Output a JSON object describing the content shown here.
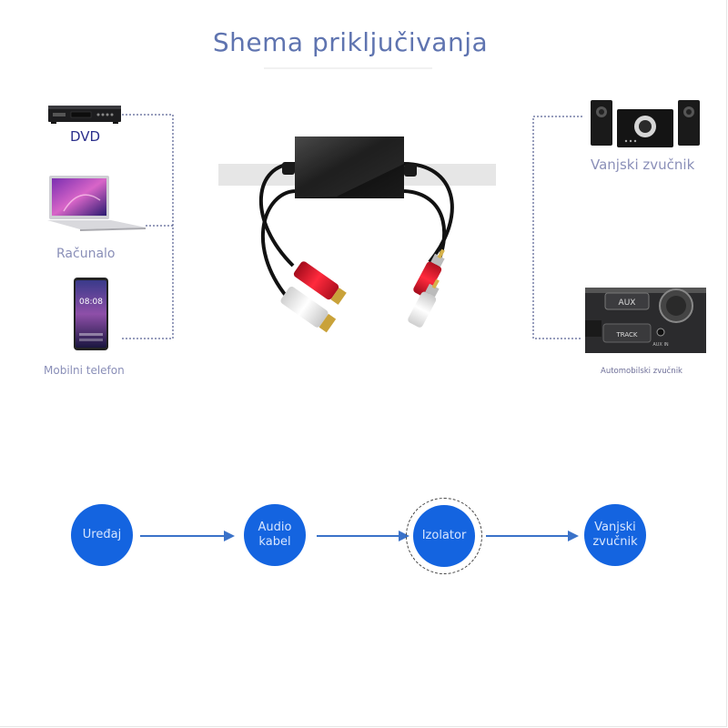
{
  "title": "Shema priključivanja",
  "inputs": {
    "dvd_label": "DVD",
    "computer_label": "Računalo",
    "phone_label": "Mobilni telefon"
  },
  "outputs": {
    "speaker_label": "Vanjski zvučnik",
    "car_label": "Automobilski zvučnik",
    "car_panel_aux": "AUX",
    "car_panel_track": "TRACK",
    "car_panel_auxin": "AUX IN"
  },
  "flow": {
    "nodes": [
      {
        "label_line1": "Uređaj",
        "label_line2": ""
      },
      {
        "label_line1": "Audio",
        "label_line2": "kabel"
      },
      {
        "label_line1": "Izolator",
        "label_line2": ""
      },
      {
        "label_line1": "Vanjski",
        "label_line2": "zvučnik"
      }
    ]
  },
  "colors": {
    "title": "#5f74b0",
    "node_fill": "#1464e0",
    "arrow": "#3a72c9",
    "rca_red": "#e0182d",
    "rca_white": "#f2f2f2"
  }
}
